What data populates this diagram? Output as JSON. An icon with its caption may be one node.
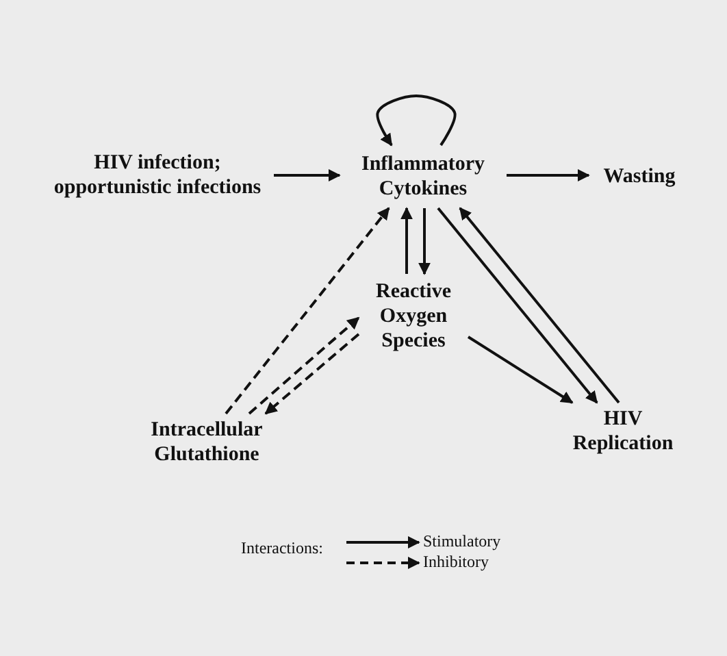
{
  "diagram": {
    "nodes": [
      {
        "text": [
          "HIV infection; opportunistic infections"
        ]
      },
      {
        "text": [
          "Inflammatory Cytokines"
        ]
      },
      {
        "text": [
          "Wasting"
        ]
      },
      {
        "text": [
          "Reactive Oxygen Species"
        ]
      },
      {
        "text": [
          "Intracellular Glutathione"
        ]
      },
      {
        "text": [
          "HIV Replication"
        ]
      }
    ],
    "edges": [
      {
        "from": 0,
        "to": 1,
        "arrow": "to"
      },
      {
        "from": 1,
        "to": 1,
        "arrow": "to"
      },
      {
        "from": 1,
        "to": 2,
        "arrow": "to"
      },
      {
        "from": 3,
        "to": 1,
        "arrow": "to"
      },
      {
        "from": 1,
        "to": 3,
        "arrow": "to"
      },
      {
        "from": 4,
        "to": 1,
        "arrow": "to",
        "style": "dashed"
      },
      {
        "from": 4,
        "to": 3,
        "arrow": "to",
        "style": "dashed"
      },
      {
        "from": 3,
        "to": 4,
        "arrow": "to",
        "style": "dashed"
      },
      {
        "from": 1,
        "to": 5,
        "arrow": "to"
      },
      {
        "from": 5,
        "to": 1,
        "arrow": "to"
      },
      {
        "from": 3,
        "to": 5,
        "arrow": "to"
      }
    ],
    "labels": [
      "Interactions:"
    ],
    "legend": [
      {
        "text": "Stimulatory"
      },
      {
        "text": "Inhibitory"
      }
    ]
  }
}
